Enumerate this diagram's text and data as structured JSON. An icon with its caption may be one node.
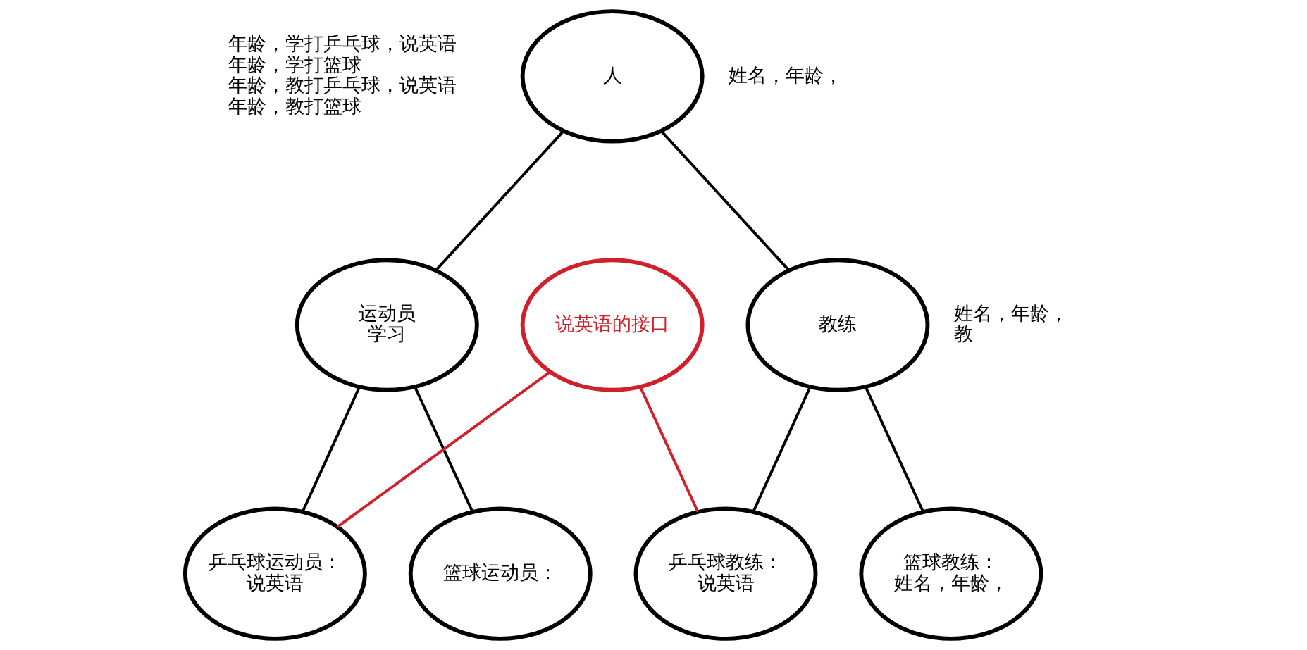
{
  "diagram": {
    "nodes": [
      {
        "text": [
          "人"
        ],
        "beside": [
          "姓名，年龄，"
        ]
      },
      {
        "text": [
          "运动员",
          "学习"
        ]
      },
      {
        "text": [
          "说英语的接口"
        ]
      },
      {
        "text": [
          "教练"
        ],
        "beside": [
          "姓名，年龄，",
          "教"
        ]
      },
      {
        "text": [
          "乒乓球运动员：",
          "说英语"
        ]
      },
      {
        "text": [
          "篮球运动员："
        ]
      },
      {
        "text": [
          "乒乓球教练：",
          "说英语"
        ]
      },
      {
        "text": [
          "篮球教练：",
          "姓名，年龄，"
        ]
      }
    ],
    "edges": [
      {
        "from": 0,
        "to": 1,
        "arrow": "none"
      },
      {
        "from": 0,
        "to": 3,
        "arrow": "none"
      },
      {
        "from": 1,
        "to": 4,
        "arrow": "none"
      },
      {
        "from": 1,
        "to": 5,
        "arrow": "none"
      },
      {
        "from": 2,
        "to": 4,
        "arrow": "none",
        "color": "#d0202a"
      },
      {
        "from": 2,
        "to": 6,
        "arrow": "none",
        "color": "#d0202a"
      },
      {
        "from": 3,
        "to": 6,
        "arrow": "none"
      },
      {
        "from": 3,
        "to": 7,
        "arrow": "none"
      }
    ],
    "labels": [
      "年龄，学打乒乓球，说英语",
      "年龄，学打篮球",
      "年龄，教打乒乓球，说英语",
      "年龄，教打篮球"
    ]
  }
}
